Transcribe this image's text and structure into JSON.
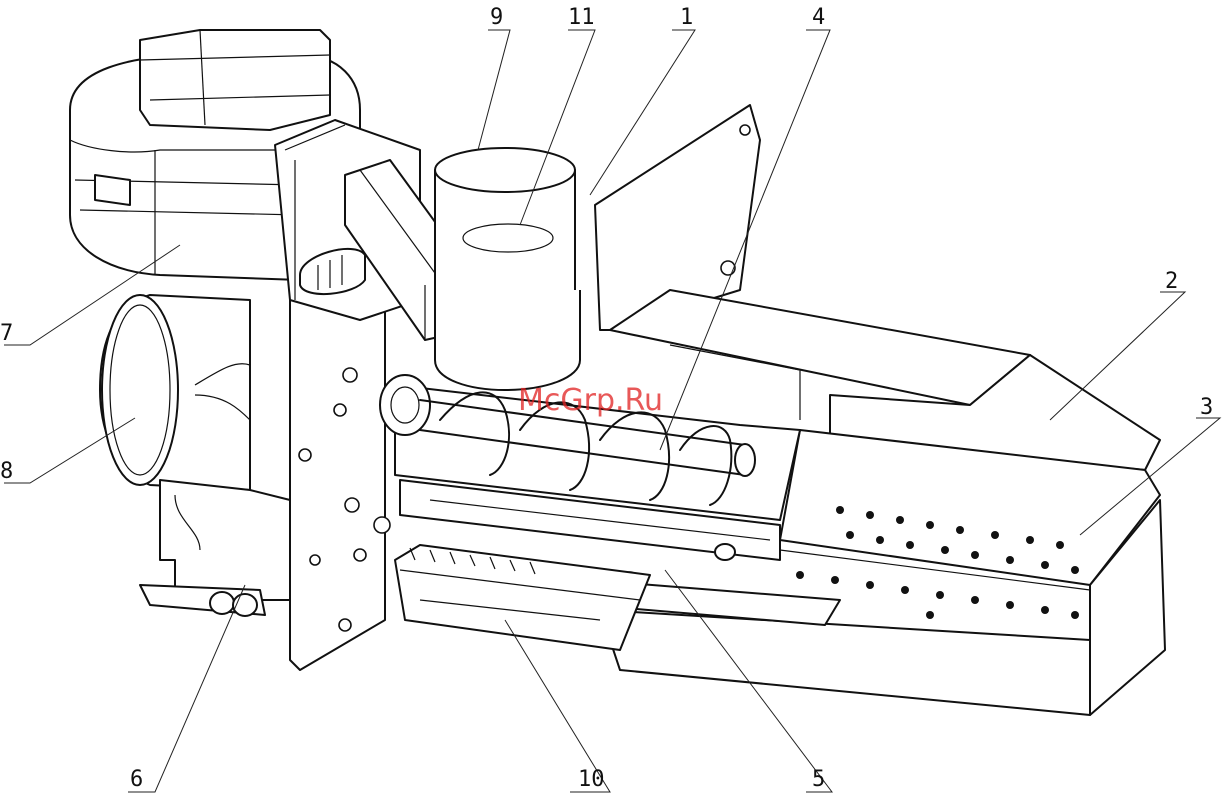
{
  "watermark": "McGrp.Ru",
  "callouts": [
    {
      "id": "1",
      "label": "1"
    },
    {
      "id": "2",
      "label": "2"
    },
    {
      "id": "3",
      "label": "3"
    },
    {
      "id": "4",
      "label": "4"
    },
    {
      "id": "5",
      "label": "5"
    },
    {
      "id": "6",
      "label": "6"
    },
    {
      "id": "7",
      "label": "7"
    },
    {
      "id": "8",
      "label": "8"
    },
    {
      "id": "9",
      "label": "9"
    },
    {
      "id": "10",
      "label": "10"
    },
    {
      "id": "11",
      "label": "11"
    }
  ],
  "colors": {
    "line": "#111111",
    "watermark": "#e02020",
    "background": "#ffffff"
  }
}
